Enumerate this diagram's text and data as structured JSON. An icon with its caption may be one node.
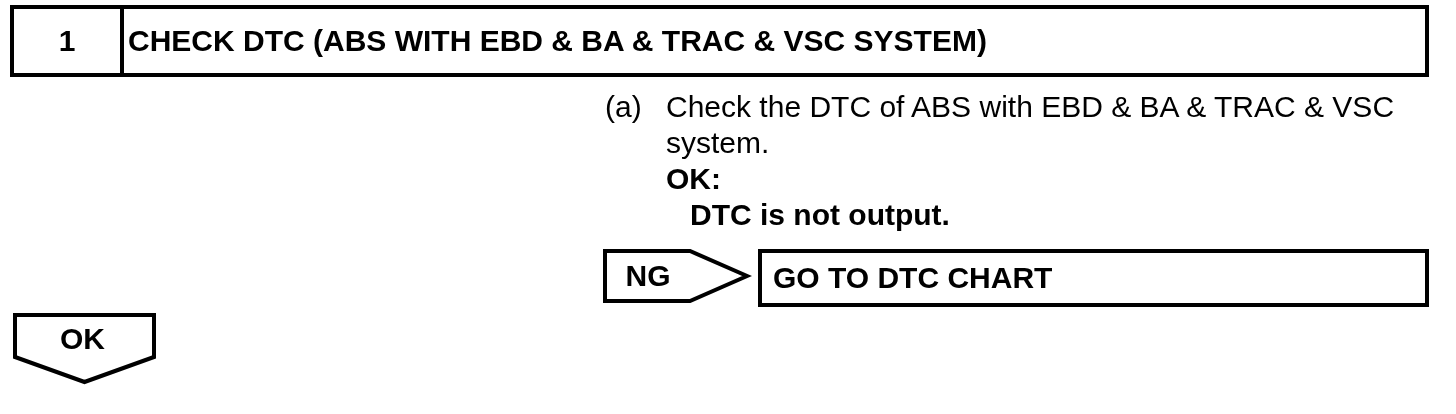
{
  "diagram": {
    "nodes": [
      {
        "text": [
          "1",
          "CHECK DTC (ABS WITH EBD & BA & TRAC & VSC SYSTEM)"
        ]
      },
      {
        "text": [
          "NG"
        ]
      },
      {
        "text": [
          "GO TO DTC CHART"
        ]
      },
      {
        "text": [
          "OK"
        ]
      }
    ],
    "labels": [
      "(a)",
      "Check the DTC of ABS with EBD & BA & TRAC & VSC system.",
      "OK:",
      "DTC is not output."
    ]
  }
}
